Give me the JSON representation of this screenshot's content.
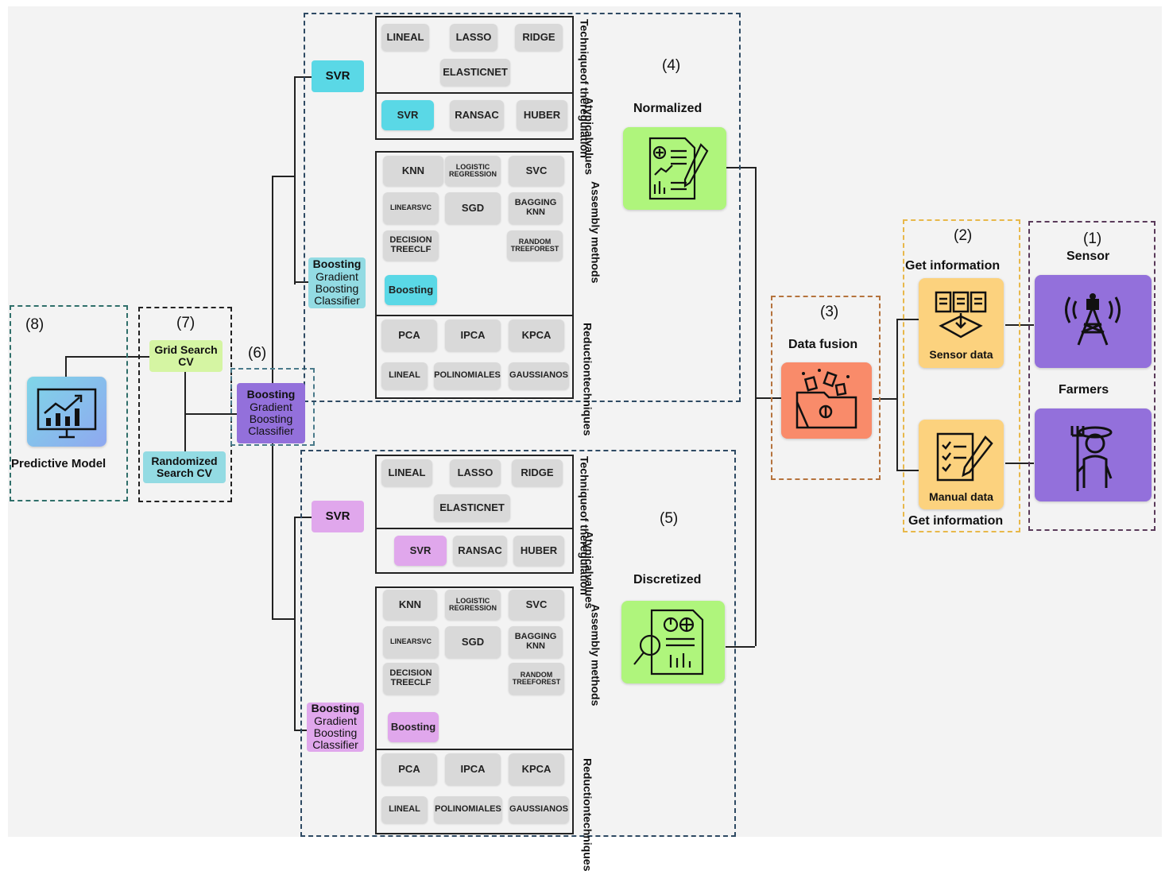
{
  "steps": {
    "s1": "(1)",
    "s2": "(2)",
    "s3": "(3)",
    "s4": "(4)",
    "s5": "(5)",
    "s6": "(6)",
    "s7": "(7)",
    "s8": "(8)"
  },
  "sources": {
    "sensor": "Sensor",
    "farmers": "Farmers"
  },
  "collection": {
    "get_info_top": "Get information",
    "sensor_data": "Sensor data",
    "manual_data": "Manual data",
    "get_info_bottom": "Get information"
  },
  "fusion": {
    "label": "Data fusion"
  },
  "normalized": {
    "title": "Normalized",
    "svr_branch": "SVR",
    "boosting_branch": [
      "Boosting",
      "Gradient",
      "Boosting",
      "Classifier"
    ],
    "regulation": {
      "row1": [
        "LINEAL",
        "LASSO",
        "RIDGE"
      ],
      "row2": "ELASTICNET"
    },
    "atypical": {
      "items": [
        "SVR",
        "RANSAC",
        "HUBER"
      ]
    },
    "assembly": {
      "row1": [
        "KNN",
        "LOGISTIC REGRESSION",
        "SVC"
      ],
      "row2": [
        "LINEARSVC",
        "SGD",
        "BAGGING KNN"
      ],
      "row3": [
        "DECISION TREECLF",
        "RANDOM TREEFOREST"
      ],
      "boosting": "Boosting"
    },
    "reduction": {
      "row1": [
        "PCA",
        "IPCA",
        "KPCA"
      ],
      "row2": [
        "LINEAL",
        "POLINOMIALES",
        "GAUSSIANOS"
      ]
    }
  },
  "discretized": {
    "title": "Discretized",
    "svr_branch": "SVR",
    "boosting_branch": [
      "Boosting",
      "Gradient",
      "Boosting",
      "Classifier"
    ],
    "regulation": {
      "row1": [
        "LINEAL",
        "LASSO",
        "RIDGE"
      ],
      "row2": "ELASTICNET"
    },
    "atypical": {
      "items": [
        "SVR",
        "RANSAC",
        "HUBER"
      ]
    },
    "assembly": {
      "row1": [
        "KNN",
        "LOGISTIC REGRESSION",
        "SVC"
      ],
      "row2": [
        "LINEARSVC",
        "SGD",
        "BAGGING KNN"
      ],
      "row3": [
        "DECISION TREECLF",
        "RANDOM TREEFOREST"
      ],
      "boosting": "Boosting"
    },
    "reduction": {
      "row1": [
        "PCA",
        "IPCA",
        "KPCA"
      ],
      "row2": [
        "LINEAL",
        "POLINOMIALES",
        "GAUSSIANOS"
      ]
    }
  },
  "section_labels": {
    "regulation": [
      "Technique",
      "of the",
      "regulation"
    ],
    "atypical": [
      "Atypical",
      "values"
    ],
    "assembly": "Assembly methods",
    "reduction": [
      "Reduction",
      "techniques"
    ]
  },
  "selected_model": [
    "Boosting",
    "Gradient",
    "Boosting",
    "Classifier"
  ],
  "tuning": {
    "grid": [
      "Grid Search",
      "CV"
    ],
    "random": [
      "Randomized",
      "Search CV"
    ]
  },
  "output": {
    "label": "Predictive Model"
  },
  "colors": {
    "cyan": "#5ad8e6",
    "pink": "#e0a7ec",
    "purple": "#9370db",
    "green": "#aff57c",
    "orange": "#f98b6a",
    "yellow": "#fcd27e",
    "lime": "#d5f5a3",
    "light_cyan": "#93dbe3",
    "teal_dash": "#2f6f6a",
    "navy_dash": "#2e4a63",
    "orange_dash": "#b5733d",
    "gold_dash": "#e8b84a",
    "plum_dash": "#5a3a5a"
  }
}
